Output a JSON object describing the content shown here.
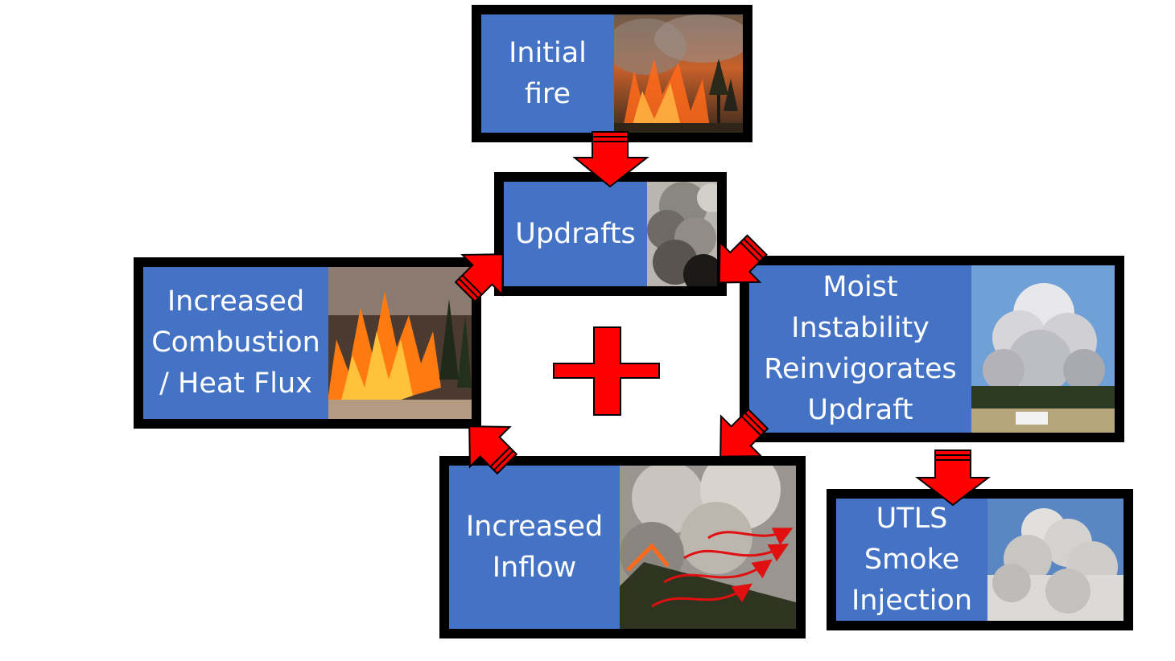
{
  "nodes": {
    "initial_fire": {
      "label": "Initial\nfire",
      "photo": "wildfire-flames-photo"
    },
    "updrafts": {
      "label": "Updrafts",
      "photo": "smoke-column-photo"
    },
    "combustion": {
      "label": "Increased\nCombustion\n/ Heat Flux",
      "photo": "forest-fire-photo"
    },
    "moist": {
      "label": "Moist\nInstability\nReinvigorates\nUpdraft",
      "photo": "pyrocumulus-cloud-photo"
    },
    "inflow": {
      "label": "Increased\nInflow",
      "photo": "smoky-forest-with-wind-arrows-photo"
    },
    "utls": {
      "label": "UTLS\nSmoke\nInjection",
      "photo": "smoke-cloud-aerial-photo"
    }
  },
  "center_symbol": "plus-icon",
  "colors": {
    "box": "#4472c4",
    "arrow": "#ff0000",
    "border": "#000000",
    "text": "#ffffff"
  }
}
